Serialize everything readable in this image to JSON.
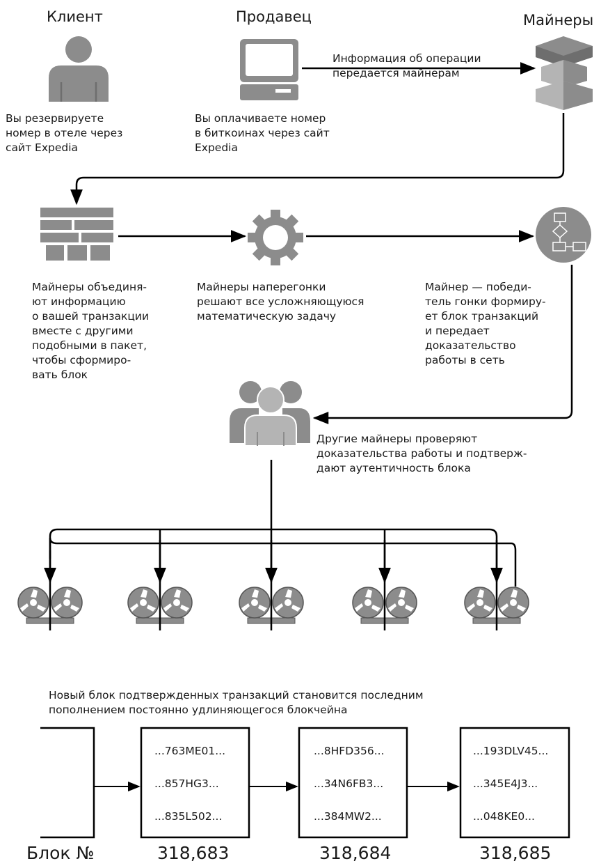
{
  "headers": {
    "client": "Клиент",
    "seller": "Продавец",
    "miners": "Майнеры"
  },
  "steps": {
    "client_text": "Вы резервируете\nномер в отеле через\nсайт Expedia",
    "seller_text": "Вы оплачиваете номер\nв биткоинах через сайт\nExpedia",
    "info_text": "Информация об операции\nпередается майнерам",
    "combine_text": "Майнеры объединя-\nют информацию\nо вашей транзакции\nвместе с другими\nподобными в пакет,\nчтобы сформиро-\nвать блок",
    "race_text": "Майнеры наперегонки\nрешают все усложняющуюся\nматематическую задачу",
    "winner_text": "Майнер — победи-\nтель гонки формиру-\nет блок транзакций\nи передает\nдоказательство\nработы в сеть",
    "verify_text": "Другие майнеры проверяют\nдоказательства работы и подтверж-\nдают аутентичность блока",
    "newblock_text": "Новый блок подтвержденных транзакций становится последним\nпополнением постоянно удлиняющегося блокчейна"
  },
  "blocks": {
    "label": "Блок №",
    "items": [
      {
        "number": "318,683",
        "hashes": [
          "...763ME01...",
          "...857HG3...",
          "...835L502..."
        ]
      },
      {
        "number": "318,684",
        "hashes": [
          "...8HFD356...",
          "...34N6FB3...",
          "...384MW2..."
        ]
      },
      {
        "number": "318,685",
        "hashes": [
          "...193DLV45...",
          "...345E4J3...",
          "...048KE0..."
        ]
      }
    ]
  },
  "colors": {
    "icon_gray": "#8c8c8c",
    "icon_dark": "#6e6e6e",
    "icon_light": "#b4b4b4",
    "line": "#000000"
  }
}
